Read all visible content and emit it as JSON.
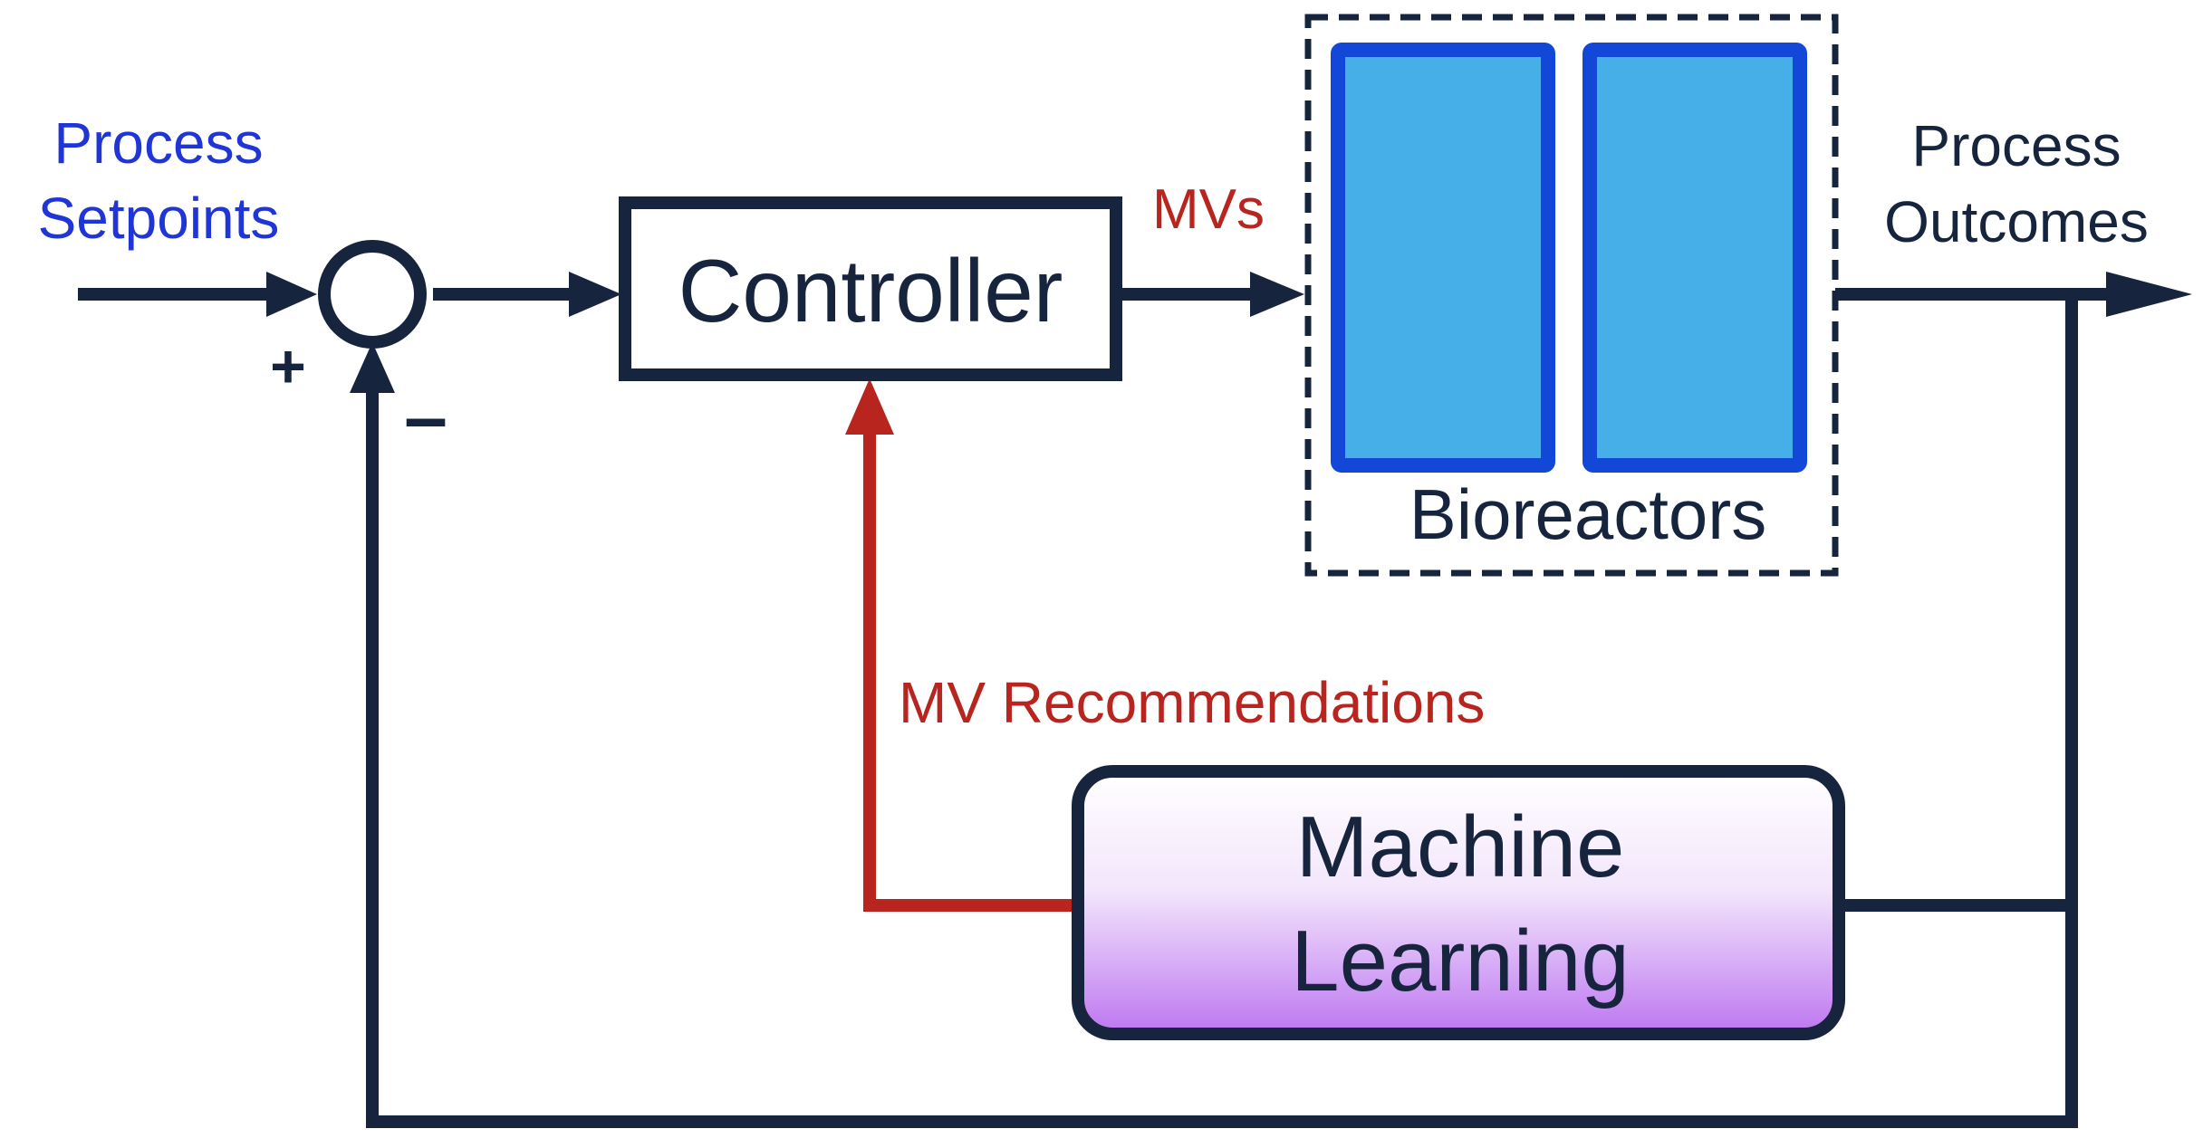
{
  "colors": {
    "line": "#16243d",
    "setpoint_text": "#1f35d6",
    "red": "#b8251f",
    "reactor_fill": "#47afe8",
    "reactor_border": "#1247d8",
    "ml_top": "#ffffff",
    "ml_bottom": "#bd76f0"
  },
  "inputs": {
    "setpoints_line1": "Process",
    "setpoints_line2": "Setpoints"
  },
  "summing_junction": {
    "plus": "+",
    "minus": "–"
  },
  "controller": {
    "label": "Controller"
  },
  "signals": {
    "mvs": "MVs",
    "mv_recommendations": "MV Recommendations"
  },
  "plant": {
    "label": "Bioreactors"
  },
  "outputs": {
    "outcomes_line1": "Process",
    "outcomes_line2": "Outcomes"
  },
  "ml": {
    "line1": "Machine",
    "line2": "Learning"
  },
  "icons": {
    "summing_junction": "summing-junction-icon",
    "bioreactor": "bioreactor-icon",
    "arrowhead": "arrowhead-icon"
  }
}
